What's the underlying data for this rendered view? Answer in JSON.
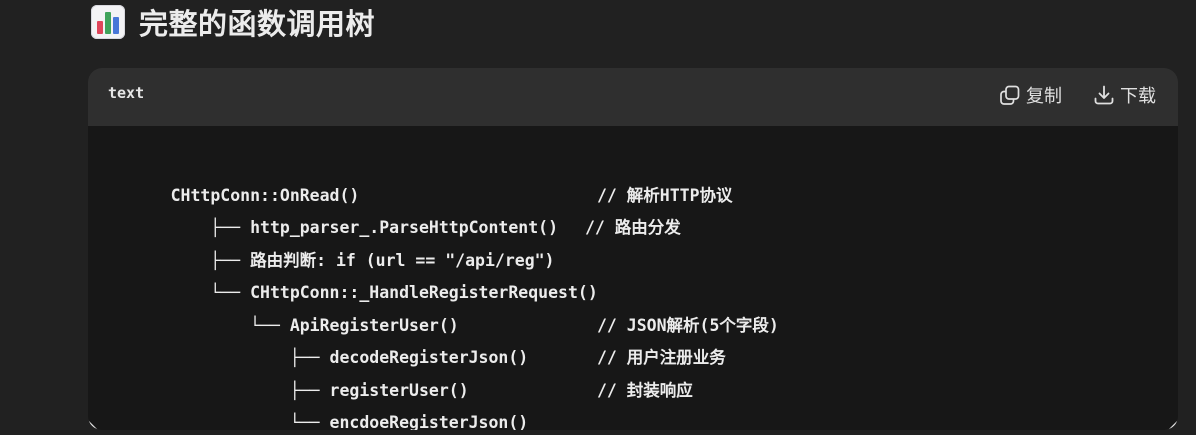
{
  "heading": {
    "icon": "bar-chart-icon",
    "title": "完整的函数调用树"
  },
  "code_block": {
    "language": "text",
    "actions": {
      "copy_icon": "copy-icon",
      "copy_label": "复制",
      "download_icon": "download-icon",
      "download_label": "下载"
    },
    "lines": [
      {
        "text": "CHttpConn::OnRead()",
        "comment": ""
      },
      {
        "text": "    ├── http_parser_.ParseHttpContent()",
        "comment": "// 解析HTTP协议"
      },
      {
        "text": "    ├── 路由判断: if (url == \"/api/reg\")",
        "comment": "// 路由分发"
      },
      {
        "text": "    └── CHttpConn::_HandleRegisterRequest()",
        "comment": ""
      },
      {
        "text": "        └── ApiRegisterUser()",
        "comment": ""
      },
      {
        "text": "            ├── decodeRegisterJson()",
        "comment": "// JSON解析(5个字段)"
      },
      {
        "text": "            ├── registerUser()",
        "comment": "// 用户注册业务"
      },
      {
        "text": "            └── encdoeRegisterJson()",
        "comment": "// 封装响应"
      }
    ]
  }
}
